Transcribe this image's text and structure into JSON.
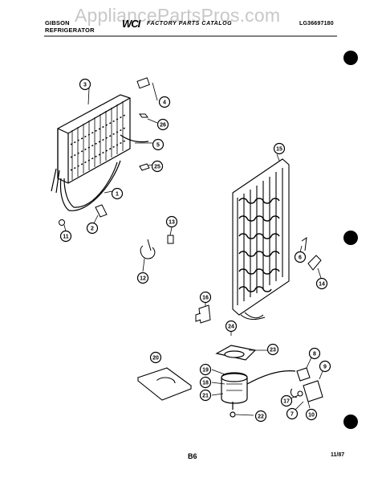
{
  "watermark": "AppliancePartsPros.com",
  "header": {
    "brand_line1": "GIBSON",
    "brand_line2": "REFRIGERATOR",
    "logo": "WCI",
    "center_text": "FACTORY PARTS CATALOG",
    "model": "LG36697180"
  },
  "footer": {
    "page": "B6",
    "date": "11/87"
  },
  "callouts": [
    "1",
    "2",
    "3",
    "4",
    "5",
    "6",
    "7",
    "8",
    "9",
    "10",
    "11",
    "12",
    "13",
    "14",
    "15",
    "16",
    "17",
    "18",
    "19",
    "20",
    "21",
    "22",
    "23",
    "24",
    "25",
    "26"
  ],
  "colors": {
    "ink": "#000000",
    "paper": "#ffffff",
    "watermark": "#c8c8c8"
  }
}
